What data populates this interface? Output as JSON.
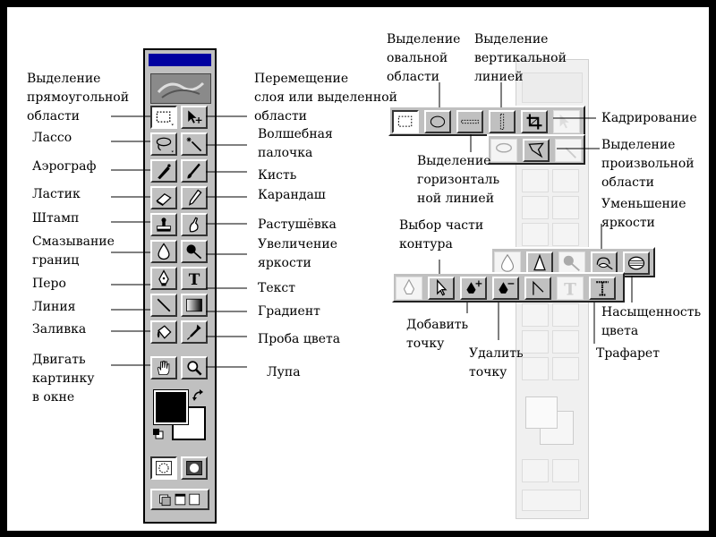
{
  "labels": {
    "rect_select_1": "Выделение",
    "rect_select_2": "прямоугольной",
    "rect_select_3": "области",
    "lasso": "Лассо",
    "airbrush": "Аэрограф",
    "eraser": "Ластик",
    "stamp": "Штамп",
    "blur_1": "Смазывание",
    "blur_2": "границ",
    "pen": "Перо",
    "line": "Линия",
    "fill": "Заливка",
    "hand_1": "Двигать",
    "hand_2": "картинку",
    "hand_3": "в окне",
    "move_1": "Перемещение",
    "move_2": "слоя или выделенной",
    "move_3": "области",
    "wand_1": "Волшебная",
    "wand_2": "палочка",
    "brush": "Кисть",
    "pencil": "Карандаш",
    "smudge": "Растушёвка",
    "dodge_1": "Увеличение",
    "dodge_2": "яркости",
    "text": "Текст",
    "gradient": "Градиент",
    "eyedropper": "Проба цвета",
    "zoom": "Лупа",
    "ellipse_select_1": "Выделение",
    "ellipse_select_2": "овальной",
    "ellipse_select_3": "области",
    "col_select_1": "Выделение",
    "col_select_2": "вертикальной",
    "col_select_3": "линией",
    "crop": "Кадрирование",
    "poly_lasso_1": "Выделение",
    "poly_lasso_2": "произвольной",
    "poly_lasso_3": "области",
    "row_select_1": "Выделение",
    "row_select_2": "горизонталь",
    "row_select_3": "ной линией",
    "burn_1": "Уменьшение",
    "burn_2": "яркости",
    "direct_select_1": "Выбор части",
    "direct_select_2": "контура",
    "add_point_1": "Добавить",
    "add_point_2": "точку",
    "delete_point_1": "Удалить",
    "delete_point_2": "точку",
    "sponge_1": "Насыщенность",
    "sponge_2": "цвета",
    "type_mask": "Трафарет"
  },
  "colors": {
    "palette_bg": "#c0c0c0",
    "titlebar": "#0000a0",
    "foreground_color": "#000000",
    "background_color": "#ffffff"
  },
  "icons": {
    "left_column": [
      "marquee-rect-icon",
      "lasso-icon",
      "airbrush-icon",
      "eraser-icon",
      "rubber-stamp-icon",
      "blur-icon",
      "pen-icon",
      "line-icon",
      "paint-bucket-icon",
      "hand-icon"
    ],
    "right_column": [
      "move-icon",
      "magic-wand-icon",
      "paintbrush-icon",
      "pencil-icon",
      "smudge-icon",
      "dodge-icon",
      "type-icon",
      "gradient-icon",
      "eyedropper-icon",
      "zoom-icon"
    ],
    "flyout_marquee": [
      "marquee-rect-icon",
      "marquee-ellipse-icon",
      "marquee-row-icon",
      "marquee-column-icon",
      "crop-icon",
      "move-icon"
    ],
    "flyout_lasso": [
      "lasso-icon",
      "polygon-lasso-icon",
      "magic-wand-icon"
    ],
    "flyout_toning": [
      "blur-icon",
      "sharpen-icon",
      "dodge-icon",
      "burn-icon",
      "sponge-icon"
    ],
    "flyout_pen": [
      "pen-icon",
      "direct-select-icon",
      "add-anchor-icon",
      "delete-anchor-icon",
      "convert-anchor-icon",
      "type-icon",
      "type-mask-icon"
    ]
  }
}
